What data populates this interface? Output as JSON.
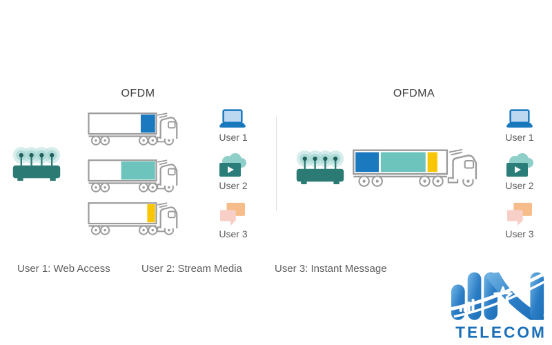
{
  "titles": {
    "ofdm": "OFDM",
    "ofdma": "OFDMA"
  },
  "users": {
    "user1": {
      "label": "User 1",
      "legend": "User 1: Web Access",
      "color": "#1b79c0",
      "service": "web-access"
    },
    "user2": {
      "label": "User 2",
      "legend": "User 2: Stream Media",
      "color": "#6cc4bc",
      "service": "stream-media"
    },
    "user3": {
      "label": "User 3",
      "legend": "User 3: Instant Message",
      "color": "#f9c606",
      "service": "instant-message"
    }
  },
  "ofdm_trucks": [
    {
      "user": "User 1",
      "align": "right",
      "segments": [
        {
          "color": "#1b79c0",
          "fraction": 0.22
        }
      ]
    },
    {
      "user": "User 2",
      "align": "right",
      "segments": [
        {
          "color": "#6cc4bc",
          "fraction": 0.52
        }
      ]
    },
    {
      "user": "User 3",
      "align": "right",
      "segments": [
        {
          "color": "#f9c606",
          "fraction": 0.12
        }
      ]
    }
  ],
  "ofdma_truck": {
    "align": "left",
    "segments": [
      {
        "color": "#1b79c0",
        "fraction": 0.26
      },
      {
        "color": "#6cc4bc",
        "fraction": 0.5
      },
      {
        "color": "#f9c606",
        "fraction": 0.11
      }
    ]
  },
  "colors": {
    "truck_outline": "#9b9b9b",
    "router_body": "#2b7a74",
    "router_glow": "#b6dfdd",
    "laptop_blue": "#1878be",
    "laptop_screen": "#bcd7f0",
    "cloud_teal": "#8ecfc9",
    "video_teal": "#2a7d78",
    "chat_orange": "#f6bd8a",
    "chat_pink": "#f8cfc7",
    "logo_blue": "#1b6fb8"
  },
  "logo": {
    "text": "TELECOM"
  }
}
